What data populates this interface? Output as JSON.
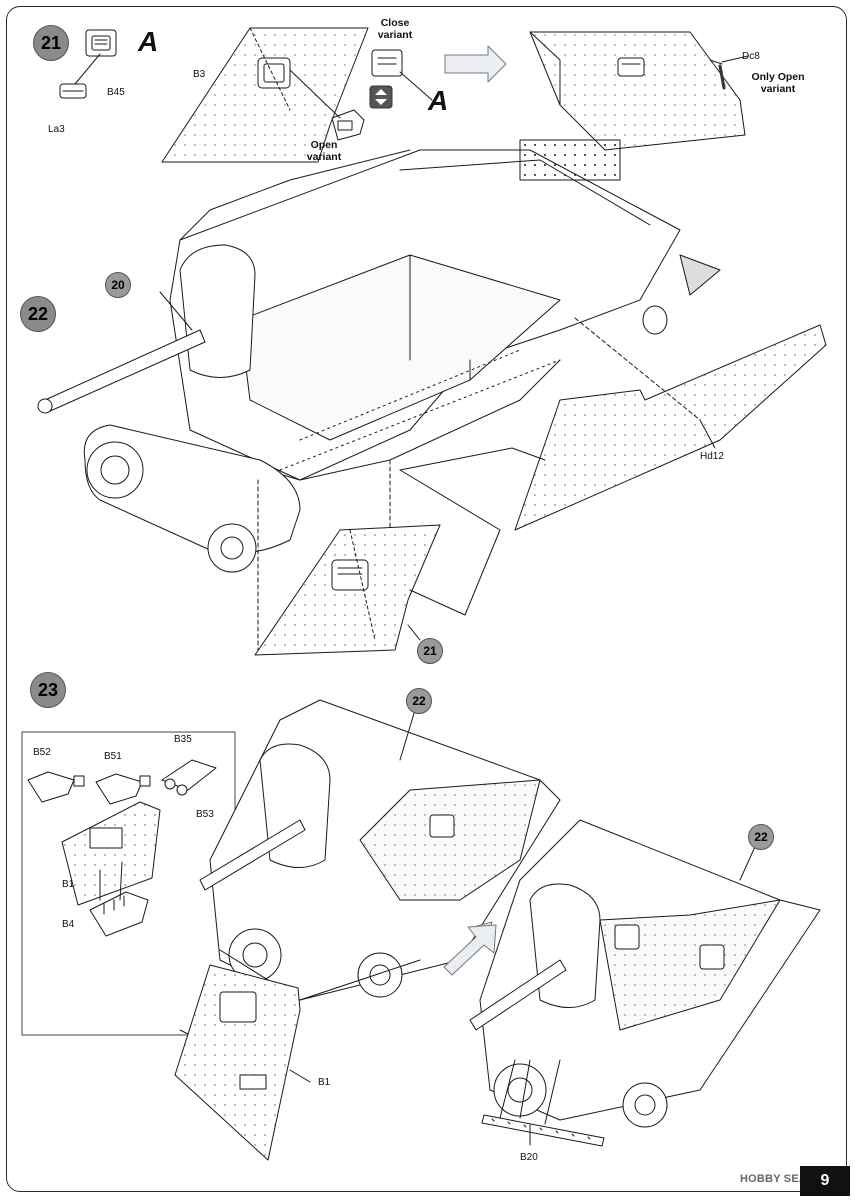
{
  "steps": [
    {
      "number": "21"
    },
    {
      "number": "22"
    },
    {
      "number": "23"
    }
  ],
  "variant_marker": "A",
  "variants": {
    "close": "Close variant",
    "open": "Open variant",
    "only_open": "Only Open variant"
  },
  "parts": {
    "B45": "B45",
    "La3": "La3",
    "B3": "B3",
    "Dc8": "Dc8",
    "Hd12": "Hd12",
    "B52": "B52",
    "B51": "B51",
    "B35": "B35",
    "B53": "B53",
    "B1": "B1",
    "B4": "B4",
    "B20": "B20"
  },
  "refs": {
    "r20": "20",
    "r21": "21",
    "r22a": "22",
    "r22b": "22"
  },
  "footer": {
    "brand": "HOBBY SEARCH",
    "page_number": "9"
  },
  "colors": {
    "line": "#1a1a1a",
    "badge": "#8a8a8a",
    "arrow_fill": "#eaeef2"
  }
}
